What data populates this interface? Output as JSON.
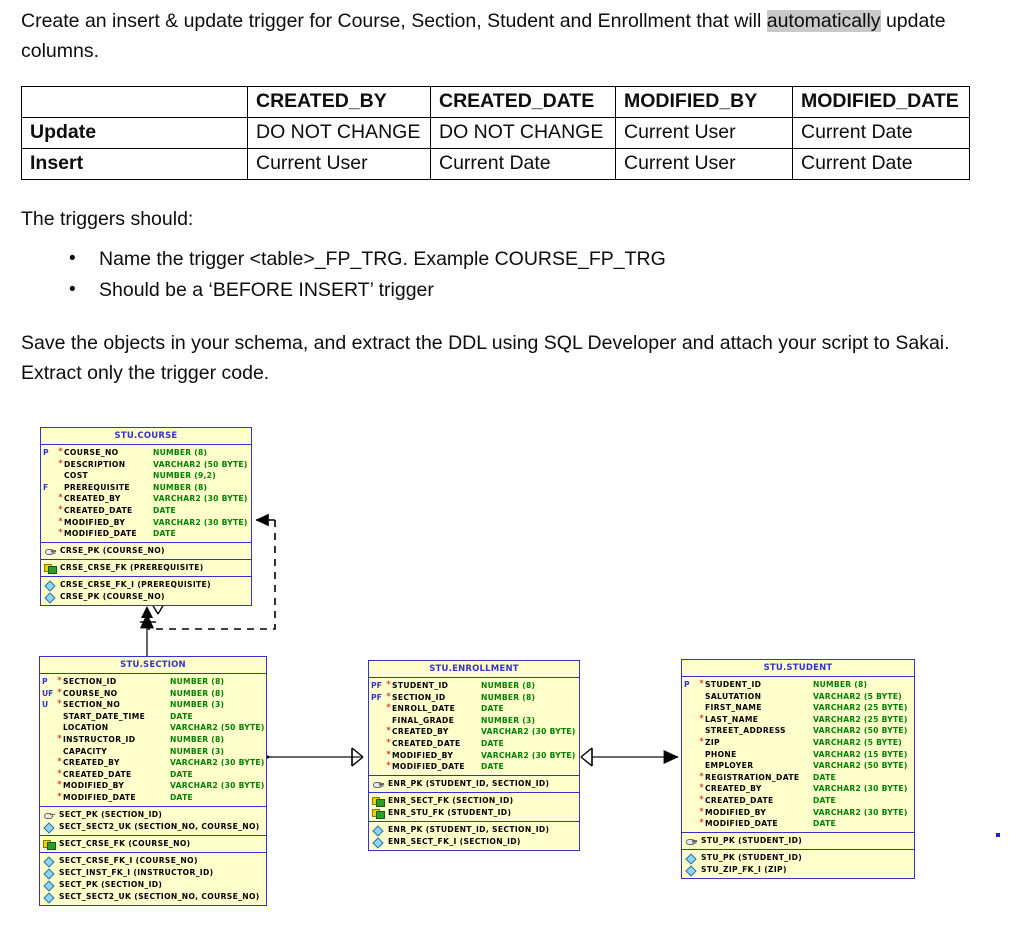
{
  "document": {
    "paragraph_1_before": "Create an insert & update trigger for Course, Section, Student and Enrollment that will ",
    "paragraph_1_highlight": "automatically",
    "paragraph_1_after": " update columns.",
    "paragraph_2": "The triggers should:",
    "bullets": [
      "Name the trigger <table>_FP_TRG.  Example COURSE_FP_TRG",
      "Should be a ‘BEFORE INSERT’ trigger"
    ],
    "paragraph_3": "Save the objects in your schema, and extract the DDL using SQL Developer and attach your script to Sakai.  Extract only the trigger code."
  },
  "spec_table": {
    "headers": [
      "",
      "CREATED_BY",
      "CREATED_DATE",
      "MODIFIED_BY",
      "MODIFIED_DATE"
    ],
    "rows": [
      {
        "label": "Update",
        "cells": [
          "DO NOT CHANGE",
          "DO NOT CHANGE",
          "Current User",
          "Current Date"
        ]
      },
      {
        "label": "Insert",
        "cells": [
          "Current User",
          "Current Date",
          "Current User",
          "Current Date"
        ]
      }
    ]
  },
  "colors": {
    "entity_fill": "#ffffcc",
    "entity_border": "#3333cc",
    "title_text": "#3333cc",
    "datatype_text": "#008000",
    "required_marker": "#cc0000",
    "highlight": "#c9c9c9"
  },
  "erd": {
    "entities": [
      {
        "id": "course",
        "title": "STU.COURSE",
        "columns": [
          {
            "key": "P",
            "req": "*",
            "name": "COURSE_NO",
            "type": "NUMBER (8)"
          },
          {
            "key": "",
            "req": "*",
            "name": "DESCRIPTION",
            "type": "VARCHAR2 (50 BYTE)"
          },
          {
            "key": "",
            "req": "",
            "name": "COST",
            "type": "NUMBER (9,2)"
          },
          {
            "key": "F",
            "req": "",
            "name": "PREREQUISITE",
            "type": "NUMBER (8)"
          },
          {
            "key": "",
            "req": "*",
            "name": "CREATED_BY",
            "type": "VARCHAR2 (30 BYTE)"
          },
          {
            "key": "",
            "req": "*",
            "name": "CREATED_DATE",
            "type": "DATE"
          },
          {
            "key": "",
            "req": "*",
            "name": "MODIFIED_BY",
            "type": "VARCHAR2 (30 BYTE)"
          },
          {
            "key": "",
            "req": "*",
            "name": "MODIFIED_DATE",
            "type": "DATE"
          }
        ],
        "key_sections": [
          [
            {
              "icon": "pk",
              "text": "CRSE_PK (COURSE_NO)"
            }
          ],
          [
            {
              "icon": "fk",
              "text": "CRSE_CRSE_FK (PREREQUISITE)"
            }
          ],
          [
            {
              "icon": "idx",
              "text": "CRSE_CRSE_FK_I (PREREQUISITE)"
            },
            {
              "icon": "idx",
              "text": "CRSE_PK (COURSE_NO)"
            }
          ]
        ]
      },
      {
        "id": "section",
        "title": "STU.SECTION",
        "columns": [
          {
            "key": "P",
            "req": "*",
            "name": "SECTION_ID",
            "type": "NUMBER (8)"
          },
          {
            "key": "UF",
            "req": "*",
            "name": "COURSE_NO",
            "type": "NUMBER (8)"
          },
          {
            "key": "U",
            "req": "*",
            "name": "SECTION_NO",
            "type": "NUMBER (3)"
          },
          {
            "key": "",
            "req": "",
            "name": "START_DATE_TIME",
            "type": "DATE"
          },
          {
            "key": "",
            "req": "",
            "name": "LOCATION",
            "type": "VARCHAR2 (50 BYTE)"
          },
          {
            "key": "",
            "req": "*",
            "name": "INSTRUCTOR_ID",
            "type": "NUMBER (8)"
          },
          {
            "key": "",
            "req": "",
            "name": "CAPACITY",
            "type": "NUMBER (3)"
          },
          {
            "key": "",
            "req": "*",
            "name": "CREATED_BY",
            "type": "VARCHAR2 (30 BYTE)"
          },
          {
            "key": "",
            "req": "*",
            "name": "CREATED_DATE",
            "type": "DATE"
          },
          {
            "key": "",
            "req": "*",
            "name": "MODIFIED_BY",
            "type": "VARCHAR2 (30 BYTE)"
          },
          {
            "key": "",
            "req": "*",
            "name": "MODIFIED_DATE",
            "type": "DATE"
          }
        ],
        "key_sections": [
          [
            {
              "icon": "pk",
              "text": "SECT_PK (SECTION_ID)"
            },
            {
              "icon": "idx",
              "text": "SECT_SECT2_UK (SECTION_NO, COURSE_NO)"
            }
          ],
          [
            {
              "icon": "fk",
              "text": "SECT_CRSE_FK (COURSE_NO)"
            }
          ],
          [
            {
              "icon": "idx",
              "text": "SECT_CRSE_FK_I (COURSE_NO)"
            },
            {
              "icon": "idx",
              "text": "SECT_INST_FK_I (INSTRUCTOR_ID)"
            },
            {
              "icon": "idx",
              "text": "SECT_PK (SECTION_ID)"
            },
            {
              "icon": "idx",
              "text": "SECT_SECT2_UK (SECTION_NO, COURSE_NO)"
            }
          ]
        ]
      },
      {
        "id": "enrollment",
        "title": "STU.ENROLLMENT",
        "columns": [
          {
            "key": "PF",
            "req": "*",
            "name": "STUDENT_ID",
            "type": "NUMBER (8)"
          },
          {
            "key": "PF",
            "req": "*",
            "name": "SECTION_ID",
            "type": "NUMBER (8)"
          },
          {
            "key": "",
            "req": "*",
            "name": "ENROLL_DATE",
            "type": "DATE"
          },
          {
            "key": "",
            "req": "",
            "name": "FINAL_GRADE",
            "type": "NUMBER (3)"
          },
          {
            "key": "",
            "req": "*",
            "name": "CREATED_BY",
            "type": "VARCHAR2 (30 BYTE)"
          },
          {
            "key": "",
            "req": "*",
            "name": "CREATED_DATE",
            "type": "DATE"
          },
          {
            "key": "",
            "req": "*",
            "name": "MODIFIED_BY",
            "type": "VARCHAR2 (30 BYTE)"
          },
          {
            "key": "",
            "req": "*",
            "name": "MODIFIED_DATE",
            "type": "DATE"
          }
        ],
        "key_sections": [
          [
            {
              "icon": "pk",
              "text": "ENR_PK (STUDENT_ID, SECTION_ID)"
            }
          ],
          [
            {
              "icon": "fk",
              "text": "ENR_SECT_FK (SECTION_ID)"
            },
            {
              "icon": "fk",
              "text": "ENR_STU_FK (STUDENT_ID)"
            }
          ],
          [
            {
              "icon": "idx",
              "text": "ENR_PK (STUDENT_ID, SECTION_ID)"
            },
            {
              "icon": "idx",
              "text": "ENR_SECT_FK_I (SECTION_ID)"
            }
          ]
        ]
      },
      {
        "id": "student",
        "title": "STU.STUDENT",
        "columns": [
          {
            "key": "P",
            "req": "*",
            "name": "STUDENT_ID",
            "type": "NUMBER (8)"
          },
          {
            "key": "",
            "req": "",
            "name": "SALUTATION",
            "type": "VARCHAR2 (5 BYTE)"
          },
          {
            "key": "",
            "req": "",
            "name": "FIRST_NAME",
            "type": "VARCHAR2 (25 BYTE)"
          },
          {
            "key": "",
            "req": "*",
            "name": "LAST_NAME",
            "type": "VARCHAR2 (25 BYTE)"
          },
          {
            "key": "",
            "req": "",
            "name": "STREET_ADDRESS",
            "type": "VARCHAR2 (50 BYTE)"
          },
          {
            "key": "",
            "req": "*",
            "name": "ZIP",
            "type": "VARCHAR2 (5 BYTE)"
          },
          {
            "key": "",
            "req": "",
            "name": "PHONE",
            "type": "VARCHAR2 (15 BYTE)"
          },
          {
            "key": "",
            "req": "",
            "name": "EMPLOYER",
            "type": "VARCHAR2 (50 BYTE)"
          },
          {
            "key": "",
            "req": "*",
            "name": "REGISTRATION_DATE",
            "type": "DATE"
          },
          {
            "key": "",
            "req": "*",
            "name": "CREATED_BY",
            "type": "VARCHAR2 (30 BYTE)"
          },
          {
            "key": "",
            "req": "*",
            "name": "CREATED_DATE",
            "type": "DATE"
          },
          {
            "key": "",
            "req": "*",
            "name": "MODIFIED_BY",
            "type": "VARCHAR2 (30 BYTE)"
          },
          {
            "key": "",
            "req": "*",
            "name": "MODIFIED_DATE",
            "type": "DATE"
          }
        ],
        "key_sections": [
          [
            {
              "icon": "pk",
              "text": "STU_PK (STUDENT_ID)"
            }
          ],
          [
            {
              "icon": "idx",
              "text": "STU_PK (STUDENT_ID)"
            },
            {
              "icon": "idx",
              "text": "STU_ZIP_FK_I (ZIP)"
            }
          ]
        ]
      }
    ]
  }
}
